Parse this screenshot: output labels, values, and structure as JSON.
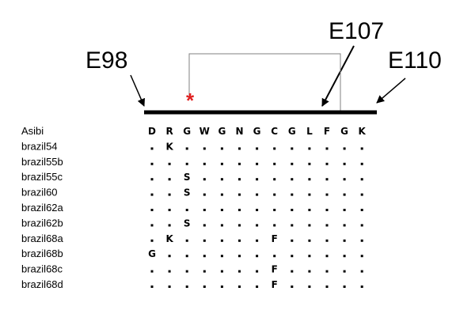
{
  "labels": {
    "left": "E98",
    "middle": "E107",
    "right": "E110"
  },
  "marker": {
    "symbol": "*",
    "color": "#e02020"
  },
  "reference": {
    "name": "Asibi",
    "sequence": [
      "D",
      "R",
      "G",
      "W",
      "G",
      "N",
      "G",
      "C",
      "G",
      "L",
      "F",
      "G",
      "K"
    ]
  },
  "alignment": {
    "identity_symbol": ".",
    "rows": [
      {
        "name": "brazil54",
        "residues": [
          ".",
          "K",
          ".",
          ".",
          ".",
          ".",
          ".",
          ".",
          ".",
          ".",
          ".",
          ".",
          "."
        ]
      },
      {
        "name": "brazil55b",
        "residues": [
          ".",
          ".",
          ".",
          ".",
          ".",
          ".",
          ".",
          ".",
          ".",
          ".",
          ".",
          ".",
          "."
        ]
      },
      {
        "name": "brazil55c",
        "residues": [
          ".",
          ".",
          "S",
          ".",
          ".",
          ".",
          ".",
          ".",
          ".",
          ".",
          ".",
          ".",
          "."
        ]
      },
      {
        "name": "brazil60",
        "residues": [
          ".",
          ".",
          "S",
          ".",
          ".",
          ".",
          ".",
          ".",
          ".",
          ".",
          ".",
          ".",
          "."
        ]
      },
      {
        "name": "brazil62a",
        "residues": [
          ".",
          ".",
          ".",
          ".",
          ".",
          ".",
          ".",
          ".",
          ".",
          ".",
          ".",
          ".",
          "."
        ]
      },
      {
        "name": "brazil62b",
        "residues": [
          ".",
          ".",
          "S",
          ".",
          ".",
          ".",
          ".",
          ".",
          ".",
          ".",
          ".",
          ".",
          "."
        ]
      },
      {
        "name": "brazil68a",
        "residues": [
          ".",
          "K",
          ".",
          ".",
          ".",
          ".",
          ".",
          "F",
          ".",
          ".",
          ".",
          ".",
          "."
        ]
      },
      {
        "name": "brazil68b",
        "residues": [
          "G",
          ".",
          ".",
          ".",
          ".",
          ".",
          ".",
          ".",
          ".",
          ".",
          ".",
          ".",
          "."
        ]
      },
      {
        "name": "brazil68c",
        "residues": [
          ".",
          ".",
          ".",
          ".",
          ".",
          ".",
          ".",
          "F",
          ".",
          ".",
          ".",
          ".",
          "."
        ]
      },
      {
        "name": "brazil68d",
        "residues": [
          ".",
          ".",
          ".",
          ".",
          ".",
          ".",
          ".",
          "F",
          ".",
          ".",
          ".",
          ".",
          "."
        ]
      }
    ]
  }
}
